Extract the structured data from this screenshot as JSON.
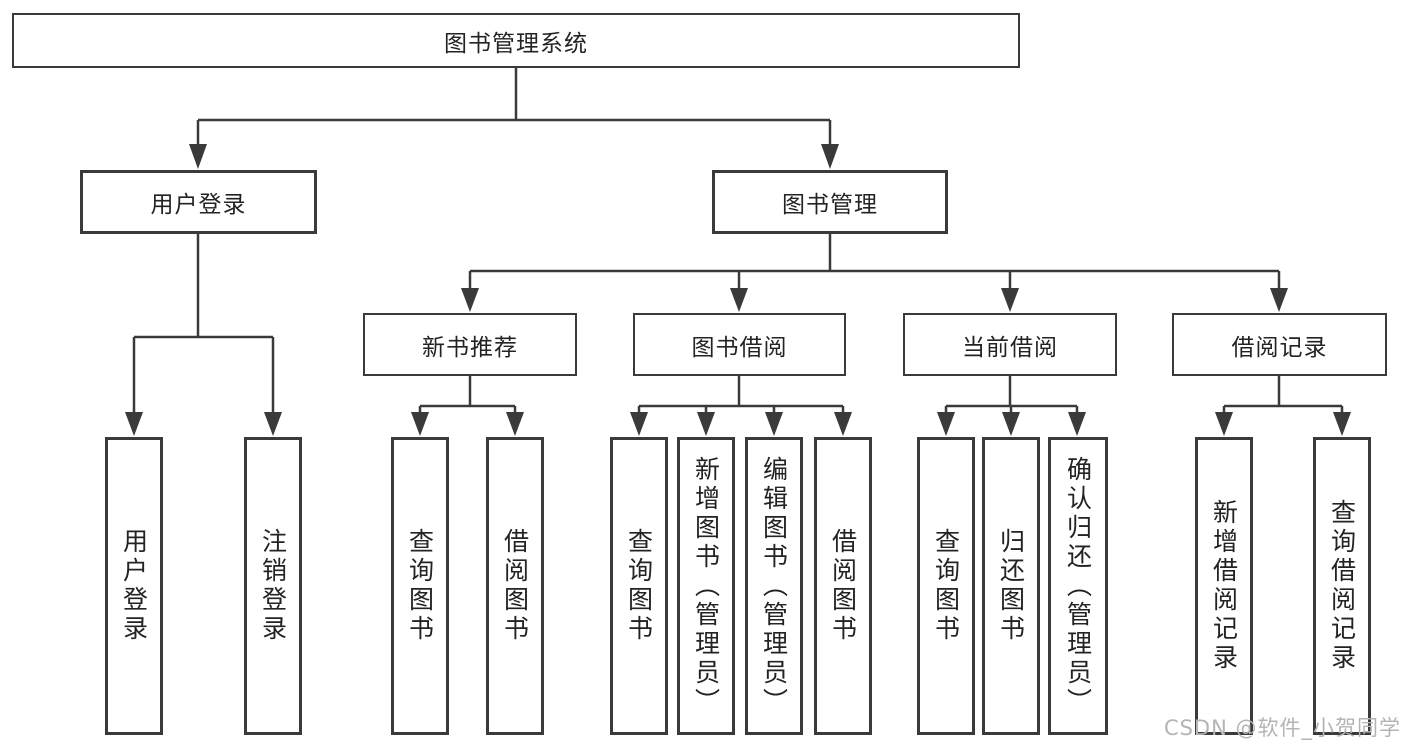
{
  "colors": {
    "background": "#ffffff",
    "line": "#3a3a3a",
    "box_border": "#3a3a3a",
    "text": "#232323",
    "watermark": "#b4b4b4"
  },
  "diagram": {
    "type": "function-tree",
    "root": {
      "label": "图书管理系统"
    },
    "level2": [
      {
        "label": "用户登录",
        "parent": "图书管理系统"
      },
      {
        "label": "图书管理",
        "parent": "图书管理系统"
      }
    ],
    "level3": [
      {
        "label": "新书推荐",
        "parent": "图书管理"
      },
      {
        "label": "图书借阅",
        "parent": "图书管理"
      },
      {
        "label": "当前借阅",
        "parent": "图书管理"
      },
      {
        "label": "借阅记录",
        "parent": "图书管理"
      }
    ],
    "leaves": [
      {
        "label": "用户登录",
        "parent": "用户登录"
      },
      {
        "label": "注销登录",
        "parent": "用户登录"
      },
      {
        "label": "查询图书",
        "parent": "新书推荐"
      },
      {
        "label": "借阅图书",
        "parent": "新书推荐"
      },
      {
        "label": "查询图书",
        "parent": "图书借阅"
      },
      {
        "label": "新增图书（管理员）",
        "parent": "图书借阅"
      },
      {
        "label": "编辑图书（管理员）",
        "parent": "图书借阅"
      },
      {
        "label": "借阅图书",
        "parent": "图书借阅"
      },
      {
        "label": "查询图书",
        "parent": "当前借阅"
      },
      {
        "label": "归还图书",
        "parent": "当前借阅"
      },
      {
        "label": "确认归还（管理员）",
        "parent": "当前借阅"
      },
      {
        "label": "新增借阅记录",
        "parent": "借阅记录"
      },
      {
        "label": "查询借阅记录",
        "parent": "借阅记录"
      }
    ]
  },
  "watermark": {
    "text": "CSDN @软件_小贺同学"
  }
}
